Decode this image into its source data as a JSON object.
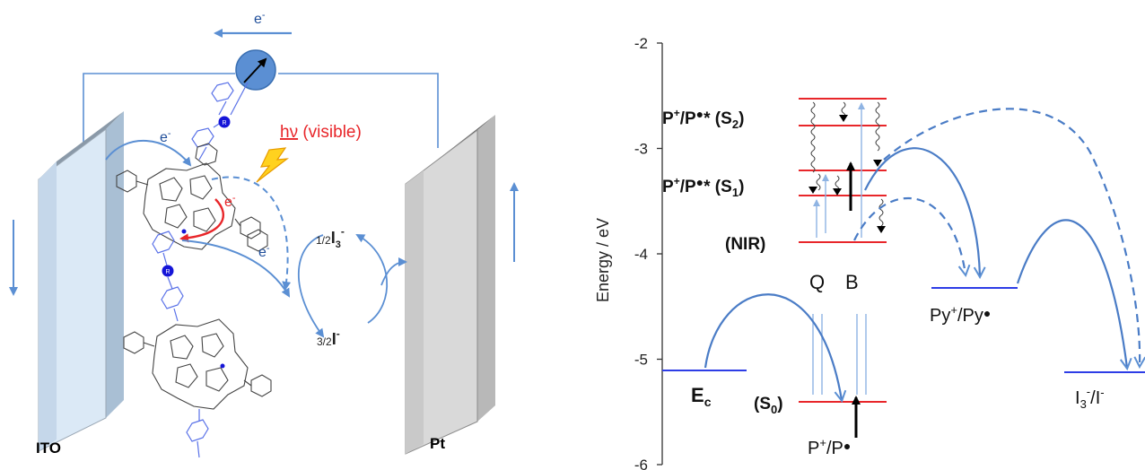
{
  "left": {
    "electron_top": {
      "base": "e",
      "sup": "-"
    },
    "electron_left": {
      "base": "e",
      "sup": "-"
    },
    "electron_red": {
      "base": "e",
      "sup": "-"
    },
    "electron_dashed": {
      "base": "e",
      "sup": "-"
    },
    "hv": {
      "symbol": "hν",
      "note": " (visible)"
    },
    "triiodide": {
      "coef": "1/2",
      "species": "I",
      "sub": "3",
      "sup": "-"
    },
    "iodide": {
      "coef": "3/2",
      "species": "I",
      "sup": "-"
    },
    "ito_label": "ITO",
    "pt_label": "Pt",
    "node_label": "R",
    "colors": {
      "arrow": "#5b8fd3",
      "red": "#e8262a",
      "ito_face": "#dbe9f6",
      "pt_face": "#d9d9d9",
      "meter": "#5b8fd3",
      "node": "#1515d8"
    }
  },
  "right": {
    "y_axis": {
      "label": "Energy / eV",
      "ticks": [
        "-2",
        "-3",
        "-4",
        "-5",
        "-6"
      ],
      "range": [
        -6,
        -2
      ]
    },
    "levels": {
      "S2": {
        "prefix": "P",
        "sup": "+",
        "mid": "/P",
        "star": "*",
        "tag": "S",
        "sub": "2"
      },
      "S1": {
        "prefix": "P",
        "sup": "+",
        "mid": "/P",
        "star": "*",
        "tag": "S",
        "sub": "1"
      },
      "NIR": "(NIR)",
      "S0": {
        "tag": "S",
        "sub": "0"
      },
      "Q": "Q",
      "B": "B",
      "ground": {
        "prefix": "P",
        "sup": "+",
        "mid": "/P"
      },
      "Ec": {
        "base": "E",
        "sub": "c"
      },
      "Py": {
        "prefix": "Py",
        "sup": "+",
        "mid": "/Py"
      },
      "I3": {
        "prefix": "I",
        "sub": "3",
        "sup": "-",
        "mid": "/I",
        "sup2": "-"
      }
    },
    "level_energies_eV": {
      "S2": -2.55,
      "S2b": -2.78,
      "S1": -3.22,
      "S1b": -3.45,
      "NIR": -3.9,
      "S0": -5.4,
      "Py": -4.32,
      "Ec": -5.12,
      "I3": -5.13
    },
    "colors": {
      "red": "#e8262a",
      "blue": "#2d3de6",
      "arrow": "#5b8fd3",
      "light_arrow": "#8fb4e3"
    }
  }
}
